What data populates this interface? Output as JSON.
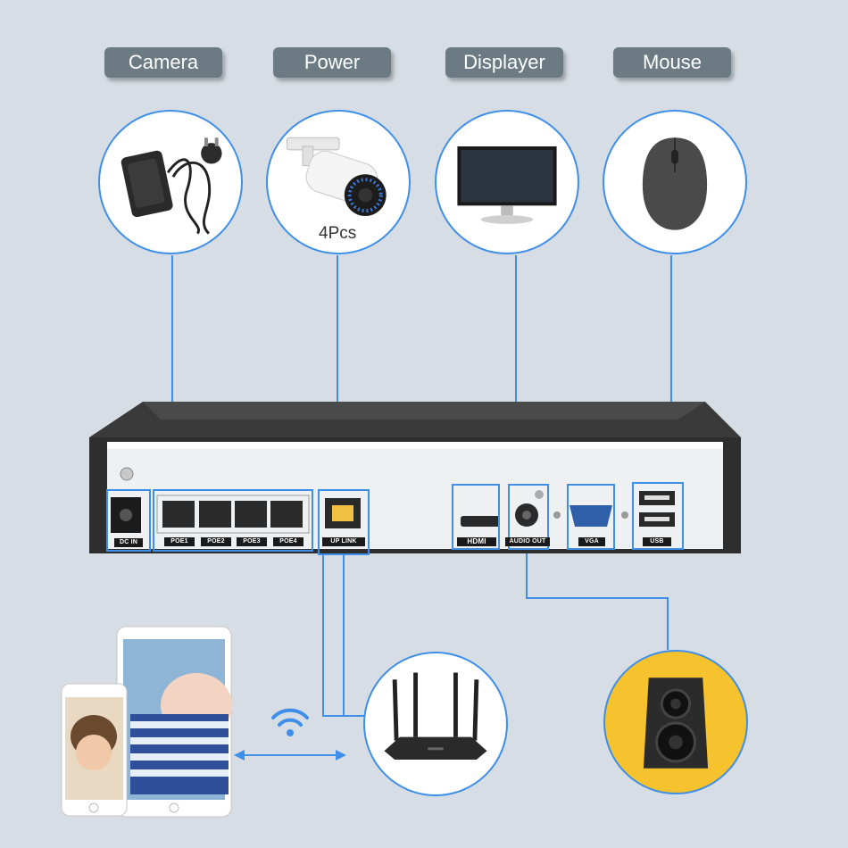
{
  "labels": {
    "camera": "Camera",
    "power": "Power",
    "displayer": "Displayer",
    "mouse": "Mouse"
  },
  "camera_caption": "4Pcs",
  "ports": {
    "dc_in": "DC IN",
    "poe1": "POE1",
    "poe2": "POE2",
    "poe3": "POE3",
    "poe4": "POE4",
    "uplink": "UP LINK",
    "hdmi": "HDMI",
    "audio_out": "AUDIO OUT",
    "vga": "VGA",
    "usb": "USB"
  },
  "colors": {
    "background": "#d6dde4",
    "pill": "#6b7a83",
    "connector_line": "#3f8fe8",
    "speaker_circle": "#f6c22e"
  }
}
